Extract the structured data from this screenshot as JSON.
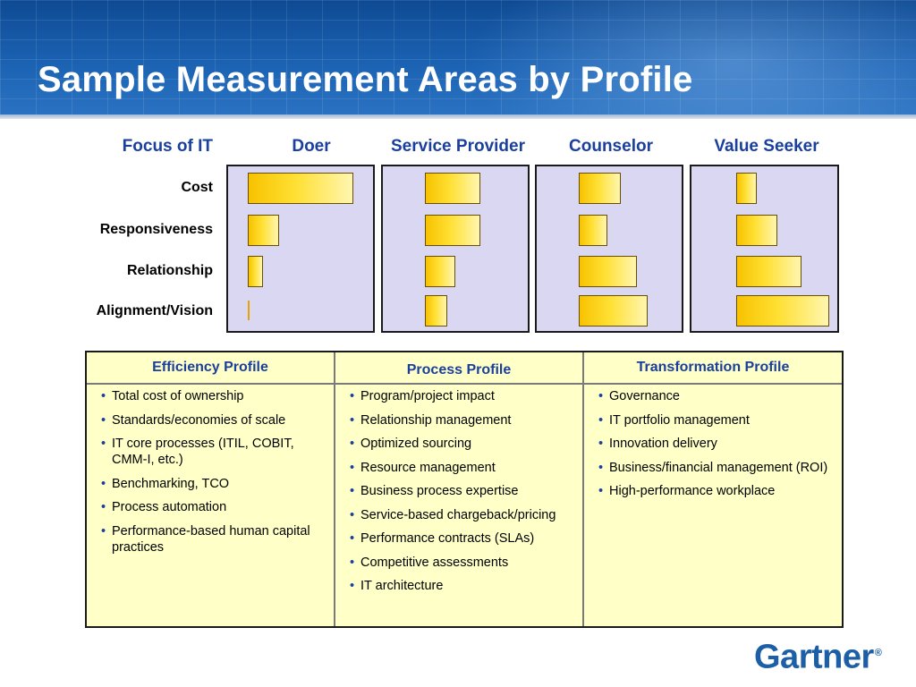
{
  "title": "Sample Measurement Areas by Profile",
  "focus_label": "Focus of IT",
  "columns": [
    "Doer",
    "Service Provider",
    "Counselor",
    "Value Seeker"
  ],
  "rows": [
    "Cost",
    "Responsiveness",
    "Relationship",
    "Alignment/Vision"
  ],
  "bar_levels": {
    "doer": [
      1.0,
      0.3,
      0.14,
      0.0
    ],
    "service_provider": [
      0.52,
      0.52,
      0.28,
      0.21
    ],
    "counselor": [
      0.39,
      0.27,
      0.54,
      0.64
    ],
    "value_seeker": [
      0.2,
      0.4,
      0.63,
      0.9
    ]
  },
  "profiles": {
    "headers": [
      "Efficiency Profile",
      "Process Profile",
      "Transformation Profile"
    ],
    "efficiency": [
      "Total cost of ownership",
      "Standards/economies of scale",
      "IT core processes (ITIL, COBIT, CMM-I, etc.)",
      "Benchmarking, TCO",
      "Process automation",
      "Performance-based human capital practices"
    ],
    "process": [
      "Program/project impact",
      "Relationship management",
      "Optimized sourcing",
      "Resource management",
      "Business process expertise",
      "Service-based chargeback/pricing",
      "Performance contracts (SLAs)",
      "Competitive assessments",
      "IT architecture"
    ],
    "transformation": [
      "Governance",
      "IT portfolio management",
      "Innovation delivery",
      "Business/financial management (ROI)",
      "High-performance workplace"
    ]
  },
  "brand": {
    "logo_text": "Gartner",
    "mark": "®",
    "color": "#1d5fa6"
  }
}
